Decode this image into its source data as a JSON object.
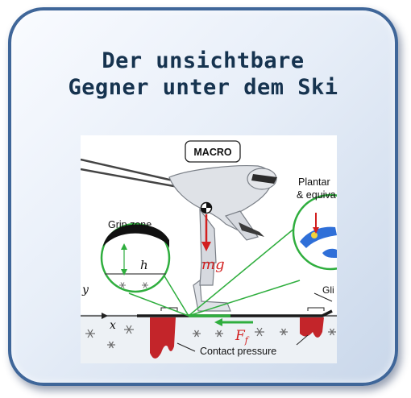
{
  "title": {
    "line1": "Der unsichtbare",
    "line2": "Gegner unter dem Ski"
  },
  "figure": {
    "macro_label": "MACRO",
    "grip_zone_label": "Grip zone",
    "plantar_label_line1": "Plantar",
    "plantar_label_line2": "& equiva",
    "glide_label": "Gli",
    "contact_pressure_label": "Contact pressure",
    "h_label": "h",
    "mg_label": "mg",
    "ff_label": "F",
    "ff_sub": "f",
    "x_label": "x",
    "y_label": "y"
  },
  "colors": {
    "frame": "#3f6699",
    "title_text": "#16334f",
    "zoom_green": "#2fae3e",
    "force_red": "#d21f1f",
    "pressure_red": "#c3252a",
    "ski_dark": "#1a1a1a"
  }
}
